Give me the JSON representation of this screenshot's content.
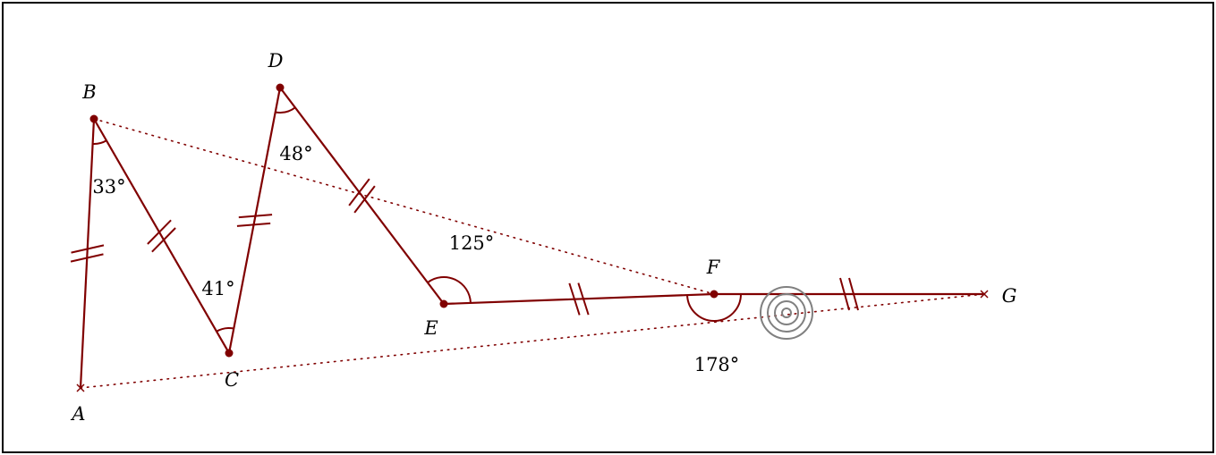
{
  "points": [
    {
      "id": "A",
      "label": "A",
      "kind": "cross"
    },
    {
      "id": "B",
      "label": "B",
      "kind": "dot"
    },
    {
      "id": "C",
      "label": "C",
      "kind": "dot"
    },
    {
      "id": "D",
      "label": "D",
      "kind": "dot"
    },
    {
      "id": "E",
      "label": "E",
      "kind": "dot"
    },
    {
      "id": "F",
      "label": "F",
      "kind": "dot"
    },
    {
      "id": "G",
      "label": "G",
      "kind": "cross"
    }
  ],
  "segments": [
    {
      "from": "A",
      "to": "B",
      "style": "solid",
      "ticks": 2
    },
    {
      "from": "B",
      "to": "C",
      "style": "solid",
      "ticks": 2
    },
    {
      "from": "C",
      "to": "D",
      "style": "solid",
      "ticks": 2
    },
    {
      "from": "D",
      "to": "E",
      "style": "solid",
      "ticks": 2
    },
    {
      "from": "E",
      "to": "F",
      "style": "solid",
      "ticks": 2
    },
    {
      "from": "F",
      "to": "G",
      "style": "solid",
      "ticks": 2
    },
    {
      "from": "B",
      "to": "F",
      "style": "dotted",
      "ticks": 0
    },
    {
      "from": "A",
      "to": "G",
      "style": "dotted",
      "ticks": 0
    }
  ],
  "angles": [
    {
      "vertex": "B",
      "text": "33°"
    },
    {
      "vertex": "C",
      "text": "41°"
    },
    {
      "vertex": "D",
      "text": "48°"
    },
    {
      "vertex": "E",
      "text": "125°"
    },
    {
      "vertex": "F",
      "text": "178°"
    }
  ],
  "target_icon": "concentric-circles-target-icon",
  "colors": {
    "figure": "#800000",
    "target": "#808080",
    "text": "#000000",
    "frame": "#000000"
  }
}
